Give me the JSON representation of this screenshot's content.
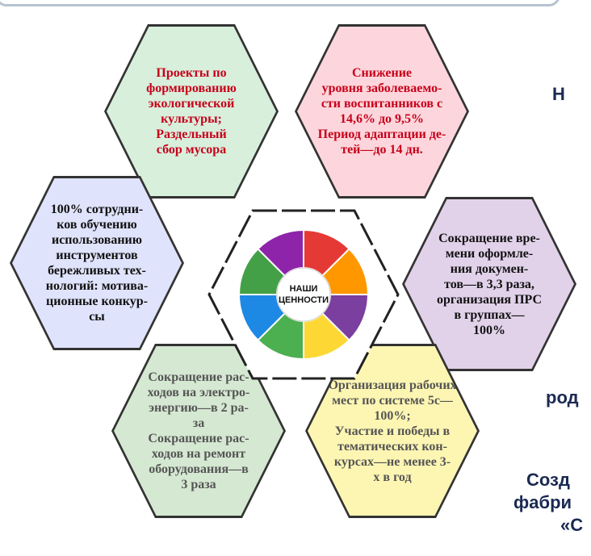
{
  "hexes": {
    "top_left": "Проекты по\nформированию\nэкологической\nкультуры;\nРаздельный\nсбор мусора",
    "top_right": "Снижение\nуровня заболеваемо-\nсти воспитанников с\n14,6% до 9,5%\nПериод адаптации де-\nтей—до 14 дн.",
    "mid_left": "100% сотрудни-\nков обучению\nиспользованию\nинструментов\nбережливых тех-\nнологий: мотива-\nционные конкур-\nсы",
    "mid_right": "Сокращение вре-\nмени оформле-\nния докумен-\nтов—в 3,3 раза,\nорганизация ПРС\nв группах—\n100%",
    "bottom_left": "Сокращение рас-\nходов на электро-\nэнергию—в 2 ра-\nза\nСокращение рас-\nходов на ремонт\nоборудования—в\n3 раза",
    "bottom_right": "Организация рабочих\nмест по системе 5с—\n100%;\nУчастие и победы в\nтематических кон-\nкурсах—не менее 3-\nх в год"
  },
  "center": {
    "label_line1": "НАШИ",
    "label_line2": "ЦЕННОСТИ",
    "wheel_colors": [
      "#e53935",
      "#ff9800",
      "#7b3fa0",
      "#fdd835",
      "#4caf50",
      "#1e88e5",
      "#43a047",
      "#8e24aa"
    ]
  },
  "side_fragments": {
    "frag_1": "Н",
    "frag_2": "род",
    "frag_3": "Созд",
    "frag_4": "фабри",
    "frag_5": "«С"
  }
}
